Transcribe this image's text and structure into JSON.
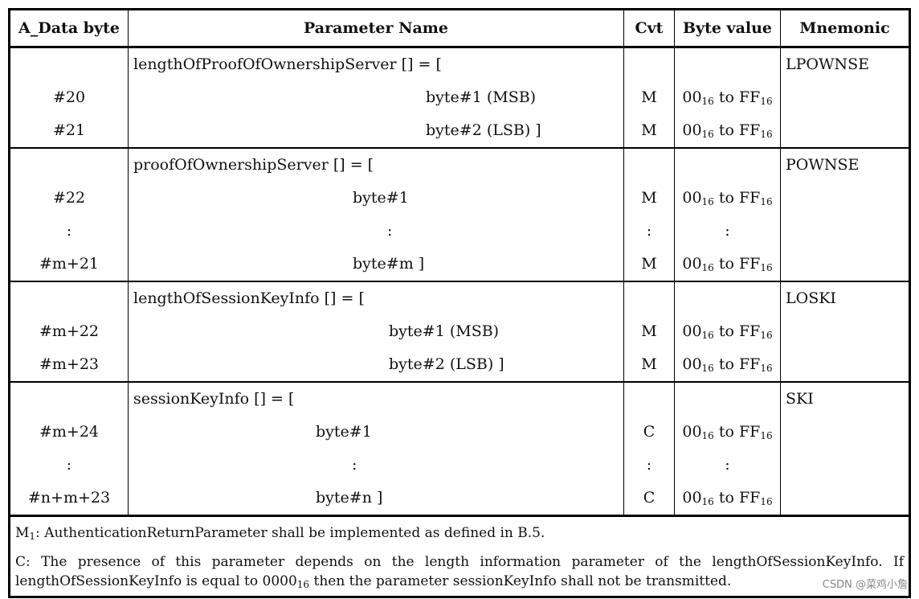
{
  "headers": {
    "a_data_byte": "A_Data byte",
    "parameter_name": "Parameter Name",
    "cvt": "Cvt",
    "byte_value": "Byte value",
    "mnemonic": "Mnemonic"
  },
  "groups": [
    {
      "mnemonic": "LPOWNSE",
      "rows": [
        {
          "byte": "",
          "param": "lengthOfProofOfOwnershipServer [] = [",
          "cvt": "",
          "value": ""
        },
        {
          "byte": "#20",
          "param": "byte#1 (MSB)",
          "cvt": "M",
          "value": "0016 to FF16"
        },
        {
          "byte": "#21",
          "param": "byte#2 (LSB) ]",
          "cvt": "M",
          "value": "0016 to FF16"
        }
      ]
    },
    {
      "mnemonic": "POWNSE",
      "rows": [
        {
          "byte": "",
          "param": "proofOfOwnershipServer [] = [",
          "cvt": "",
          "value": ""
        },
        {
          "byte": "#22",
          "param": "byte#1",
          "cvt": "M",
          "value": "0016 to FF16"
        },
        {
          "byte": ":",
          "param": ":",
          "cvt": ":",
          "value": ":"
        },
        {
          "byte": "#m+21",
          "param": "byte#m ]",
          "cvt": "M",
          "value": "0016 to FF16"
        }
      ]
    },
    {
      "mnemonic": "LOSKI",
      "rows": [
        {
          "byte": "",
          "param": "lengthOfSessionKeyInfo [] = [",
          "cvt": "",
          "value": ""
        },
        {
          "byte": "#m+22",
          "param": "byte#1 (MSB)",
          "cvt": "M",
          "value": "0016 to FF16"
        },
        {
          "byte": "#m+23",
          "param": "byte#2 (LSB) ]",
          "cvt": "M",
          "value": "0016 to FF16"
        }
      ]
    },
    {
      "mnemonic": "SKI",
      "rows": [
        {
          "byte": "",
          "param": "sessionKeyInfo [] = [",
          "cvt": "",
          "value": ""
        },
        {
          "byte": "#m+24",
          "param": "byte#1",
          "cvt": "C",
          "value": "0016 to FF16"
        },
        {
          "byte": ":",
          "param": ":",
          "cvt": ":",
          "value": ":"
        },
        {
          "byte": "#n+m+23",
          "param": "byte#n ]",
          "cvt": "C",
          "value": "0016 to FF16"
        }
      ]
    }
  ],
  "notes": {
    "m1": "M1: AuthenticationReturnParameter shall be implemented as defined in B.5.",
    "c": "C: The presence of this parameter depends on the length information parameter of the lengthOfSessionKeyInfo. If lengthOfSessionKeyInfo is equal to 000016 then the parameter sessionKeyInfo shall not be transmitted."
  },
  "watermark": "CSDN @菜鸡小詹"
}
